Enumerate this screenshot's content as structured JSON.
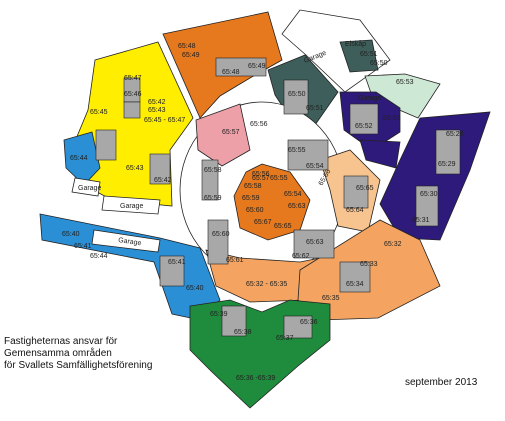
{
  "colors": {
    "yellow": "#ffee00",
    "orange": "#e6781e",
    "teal": "#3d5e5a",
    "pink": "#eea0a8",
    "peach": "#f7c38e",
    "lightorange": "#f4a460",
    "navy": "#2e1a7a",
    "mint": "#cde8d4",
    "blue": "#2b8fd6",
    "green": "#1e8c3c",
    "building": "#a8a8a8",
    "outline": "#222222",
    "white": "#ffffff"
  },
  "legend": {
    "line1": "Fastigheternas ansvar för",
    "line2": "Gemensamma områden",
    "line3": "för Svallets Samfällighetsförening"
  },
  "date": "september 2013",
  "labels": {
    "garage_top": "Garage",
    "garage_left1": "Garage",
    "garage_left2": "Garage",
    "garage_mid": "Garage",
    "garage_right": "Garage",
    "elskap": "Elskåp",
    "p6549a": "65:48\n65:49",
    "p6548": "65:48",
    "p6549": "65:49",
    "p6550": "65:50",
    "p6551": "65:51",
    "p6551b": "65:51\n65:50",
    "p6553": "65:53",
    "p6552": "65:52",
    "p6553b": "65:53",
    "p6547": "65:47",
    "p6546": "65:46",
    "p6545": "65:45",
    "p6542": "65:42\n65:43\n65:45 - 65:47",
    "p6544": "65:44",
    "p6543": "65:43",
    "p6542b": "65:42",
    "p6557": "65:57",
    "p6556": "65:56",
    "p6555": "65:55",
    "p6554": "65:54",
    "p6558": "65:58",
    "p6559": "65:59",
    "p6528": "65:28",
    "p6529": "65:29",
    "p6530": "65:30",
    "p6531": "65:31",
    "p6565": "65:65",
    "p6564": "65:64",
    "p6566": "65:66",
    "w_5656": "65:56",
    "w_5655": "65:55",
    "w_5654": "65:54",
    "w_5663": "65:63",
    "w_5665": "65:65",
    "w_5667": "65:67",
    "w_5660": "65:60",
    "w_5659": "65:59",
    "w_5658": "65:58",
    "w_5657": "65:57",
    "p6560": "65:60",
    "p6561": "65:61",
    "p6562": "65:62",
    "p6563": "65:63",
    "p6532_35": "65:32 - 65:35",
    "p6532": "65:32",
    "p6533": "65:33",
    "p6534": "65:34",
    "p6535": "65:35",
    "p6540": "65:40",
    "p6541": "65:41",
    "p6544b": "65:44",
    "p6541b": "65:41",
    "p6540b": "65:40",
    "p6539": "65:39",
    "p6538": "65:38",
    "p6537": "65:37",
    "p6536": "65:36",
    "p6536_39": "65:36 -65:39"
  }
}
